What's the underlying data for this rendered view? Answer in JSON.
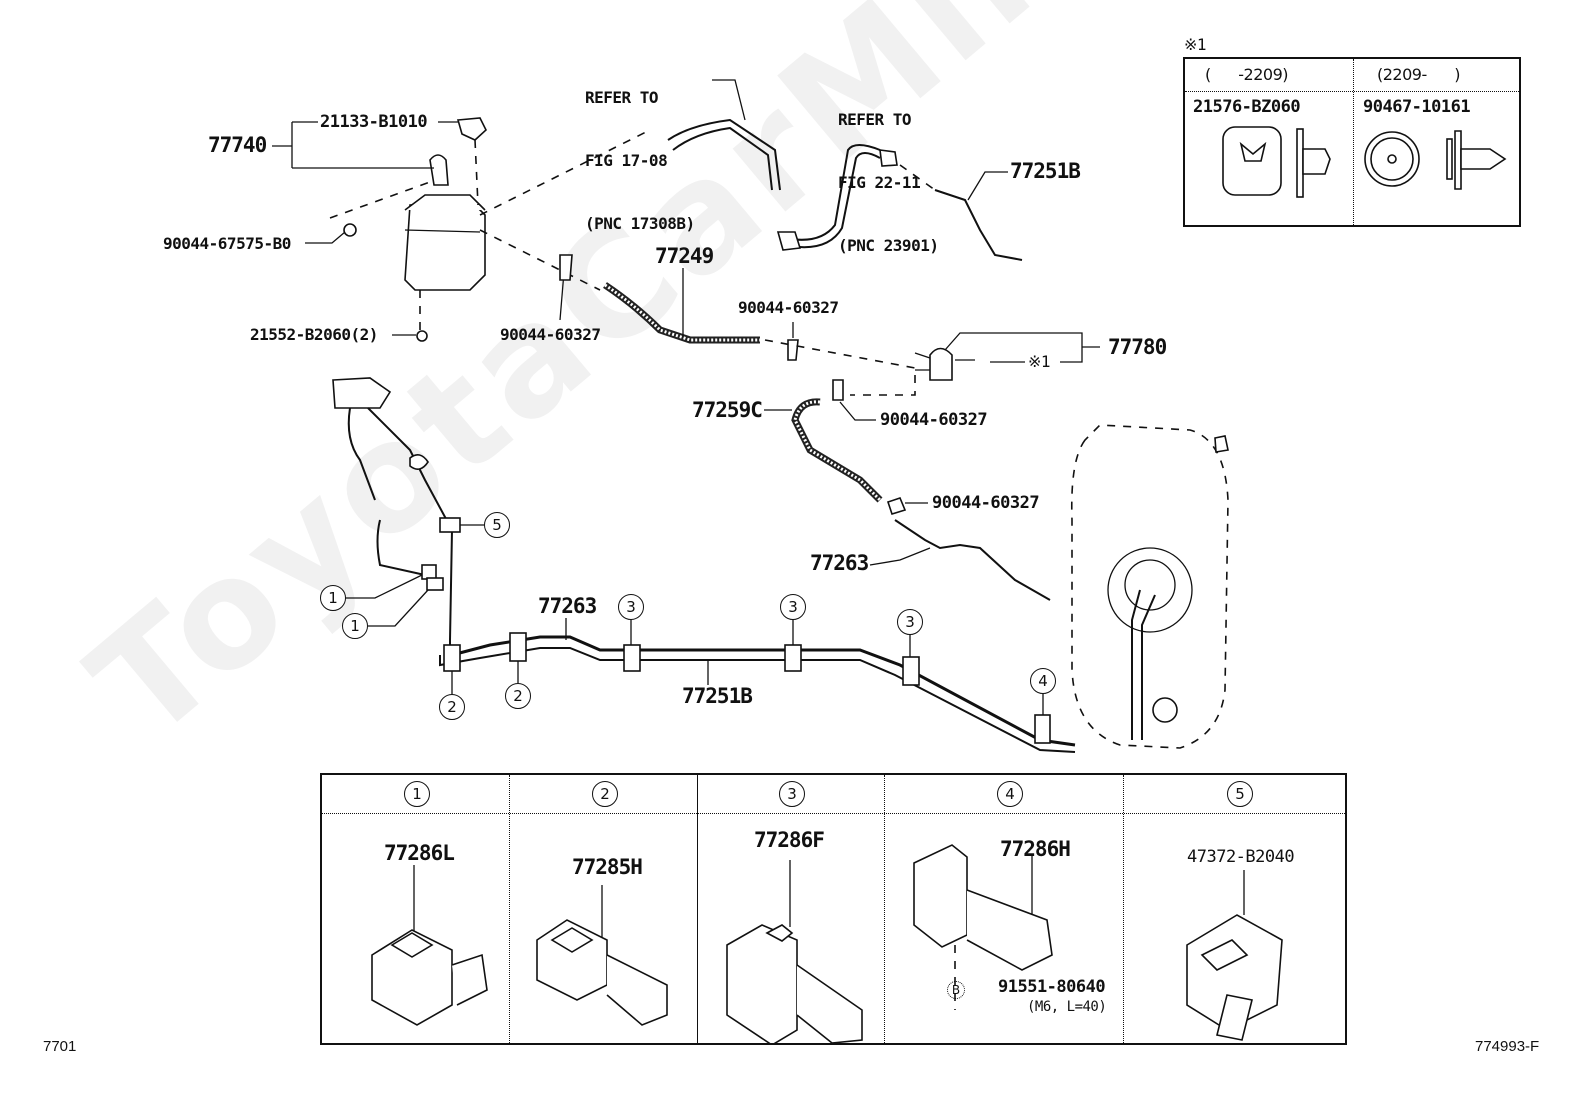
{
  "watermark": "ToyotaCarMine.ru",
  "footer": {
    "left_code": "7701",
    "right_code": "774993-F"
  },
  "callouts": {
    "canister_assy": "77740",
    "canister_cap": "21133-B1010",
    "canister_clip": "90044-67575-B0",
    "canister_nut": "21552-B2060(2)",
    "hose_clip_a": "90044-60327",
    "hose_77249": "77249",
    "hose_clip_b": "90044-60327",
    "valve_assy": "77780",
    "valve_note_mark": "※1",
    "hose_77259c": "77259C",
    "hose_clip_c": "90044-60327",
    "hose_clip_d": "90044-60327",
    "tube_77263_upper": "77263",
    "tube_77263_lower": "77263",
    "tube_77251b_upper": "77251B",
    "tube_77251b_lower": "77251B"
  },
  "references": [
    {
      "lines": [
        "REFER TO",
        "FIG 17-08",
        "(PNC 17308B)"
      ]
    },
    {
      "lines": [
        "REFER TO",
        "FIG 22-11",
        "(PNC 23901)"
      ]
    }
  ],
  "clamp_markers": {
    "marker_5": "5",
    "marker_1a": "1",
    "marker_1b": "1",
    "marker_2a": "2",
    "marker_2b": "2",
    "marker_3a": "3",
    "marker_3b": "3",
    "marker_3c": "3",
    "marker_4": "4"
  },
  "note_table": {
    "title": "※1",
    "columns": [
      {
        "header": "(      -2209)",
        "part": "21576-BZ060"
      },
      {
        "header": "(2209-      )",
        "part": "90467-10161"
      }
    ]
  },
  "clamp_table": {
    "columns": [
      {
        "marker": "1",
        "part": "77286L"
      },
      {
        "marker": "2",
        "part": "77285H"
      },
      {
        "marker": "3",
        "part": "77286F"
      },
      {
        "marker": "4",
        "part": "77286H",
        "sub_marker": "B",
        "sub_part": "91551-80640",
        "sub_spec": "(M6, L=40)"
      },
      {
        "marker": "5",
        "part": "47372-B2040"
      }
    ]
  }
}
